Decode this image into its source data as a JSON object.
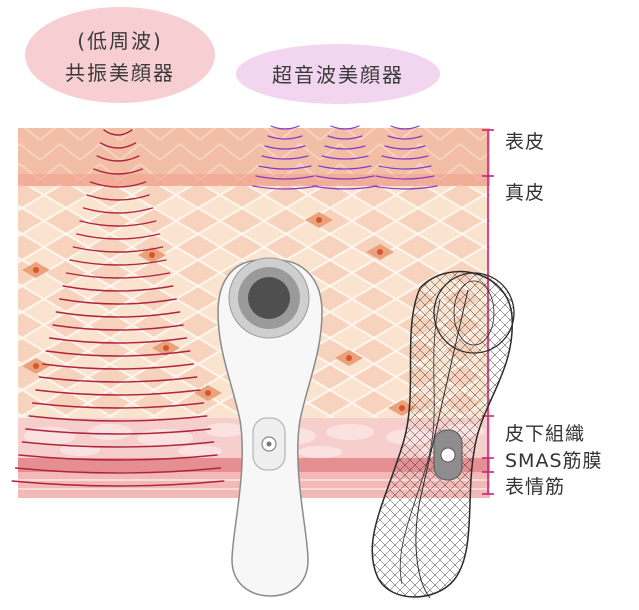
{
  "bubbles": {
    "low_freq_line1": "(低周波)",
    "low_freq_line2": "共振美顔器",
    "ultrasonic": "超音波美顔器"
  },
  "layers": {
    "epidermis": "表皮",
    "dermis": "真皮",
    "subcutaneous": "皮下組織",
    "smas": "SMAS筋膜",
    "facial_muscle": "表情筋"
  },
  "colors": {
    "bubble_low": "#f7cfd3",
    "bubble_ultra": "#f2d6ef",
    "epidermis": "#f1b29a",
    "dermis": "#fbe7d3",
    "fat": "#f3c3c2",
    "wave_low": "#b0243e",
    "wave_ultra": "#8a3cc8",
    "bracket": "#c8277a"
  }
}
